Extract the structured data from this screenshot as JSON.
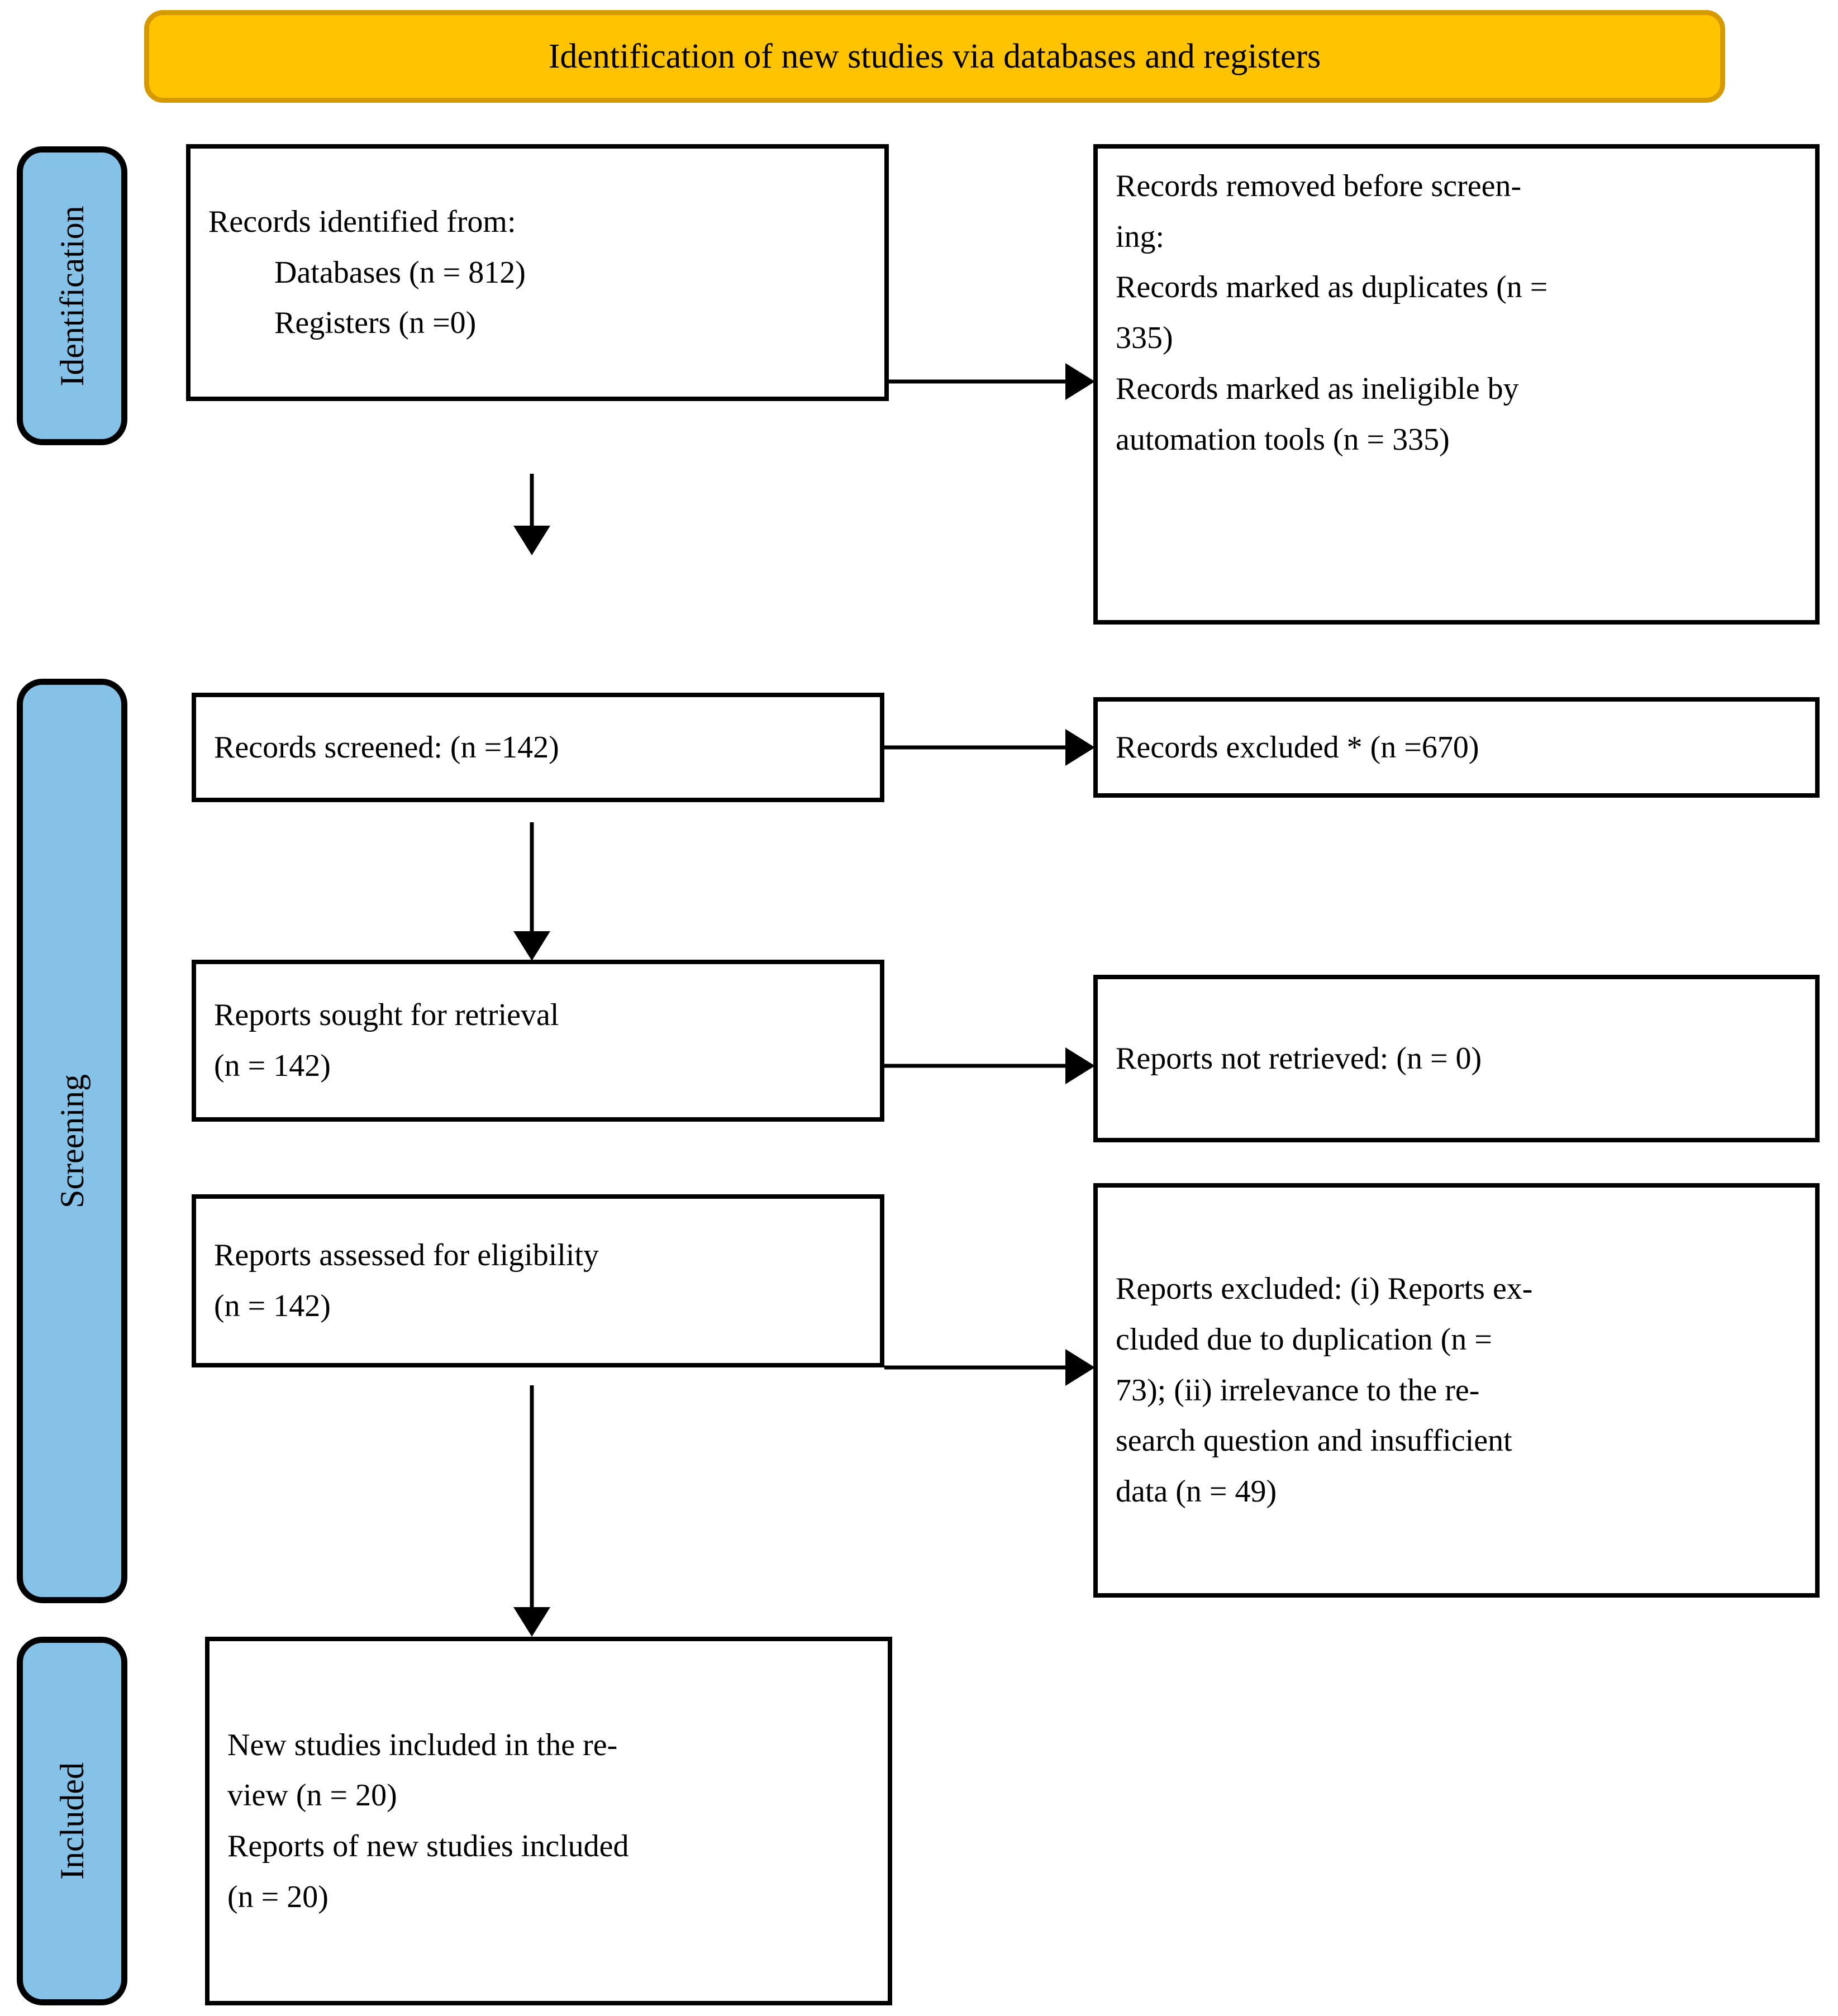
{
  "diagram": {
    "title": "Identification of new studies via databases and registers",
    "stages": [
      {
        "key": "identification",
        "label": "Identification"
      },
      {
        "key": "screening",
        "label": "Screening"
      },
      {
        "key": "included",
        "label": "Included"
      }
    ],
    "boxes": {
      "records_identified": {
        "name": "records-identified-box",
        "lines": [
          "Records identified from:",
          "Databases (n = 812)",
          "Registers (n =0)"
        ]
      },
      "records_removed": {
        "name": "records-removed-box",
        "lines": [
          "Records removed before screen-",
          "ing:",
          "Records marked as duplicates (n =",
          "335)",
          "Records marked as ineligible by",
          "automation tools (n = 335)"
        ]
      },
      "records_screened": {
        "name": "records-screened-box",
        "lines": [
          "Records screened: (n =142)"
        ]
      },
      "records_excluded": {
        "name": "records-excluded-box",
        "lines": [
          "Records excluded * (n =670)"
        ]
      },
      "reports_sought": {
        "name": "reports-sought-box",
        "lines": [
          "Reports sought for retrieval",
          "(n = 142)"
        ]
      },
      "reports_not_retrieved": {
        "name": "reports-not-retrieved-box",
        "lines": [
          "Reports not retrieved: (n = 0)"
        ]
      },
      "reports_assessed": {
        "name": "reports-assessed-box",
        "lines": [
          "Reports assessed for eligibility",
          "(n = 142)"
        ]
      },
      "reports_excluded": {
        "name": "reports-excluded-box",
        "lines": [
          "Reports excluded: (i) Reports ex-",
          "cluded due to duplication (n =",
          "73); (ii) irrelevance to the re-",
          "search question and insufficient",
          "data (n = 49)"
        ]
      },
      "new_studies_included": {
        "name": "new-studies-included-box",
        "lines": [
          "New studies included in the re-",
          "view (n = 20)",
          "Reports of new studies included",
          "(n = 20)"
        ]
      }
    },
    "counts": {
      "databases": 812,
      "registers": 0,
      "duplicates_removed": 335,
      "ineligible_automation": 335,
      "records_screened": 142,
      "records_excluded": 670,
      "reports_sought": 142,
      "reports_not_retrieved": 0,
      "reports_assessed": 142,
      "reports_excluded_duplication": 73,
      "reports_excluded_irrelevance": 49,
      "new_studies_included": 20,
      "reports_of_new_studies_included": 20
    },
    "colors": {
      "banner_fill": "#FFC300",
      "banner_border": "#D69A00",
      "stage_fill": "#86C2E8",
      "stage_border": "#000000",
      "box_border": "#000000",
      "text": "#000000",
      "background": "#FFFFFF"
    }
  }
}
